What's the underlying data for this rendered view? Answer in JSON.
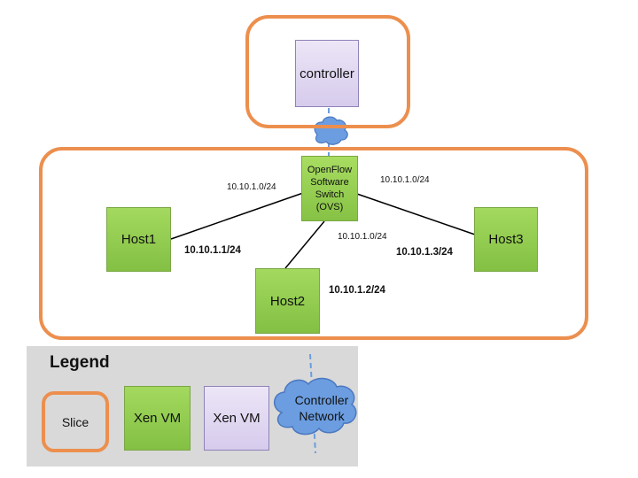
{
  "controller": {
    "label": "controller"
  },
  "switch": {
    "lines": [
      "OpenFlow",
      "Software",
      "Switch",
      "(OVS)"
    ]
  },
  "hosts": [
    {
      "label": "Host1",
      "ip": "10.10.1.1/24"
    },
    {
      "label": "Host2",
      "ip": "10.10.1.2/24"
    },
    {
      "label": "Host3",
      "ip": "10.10.1.3/24"
    }
  ],
  "links": [
    {
      "network": "10.10.1.0/24"
    },
    {
      "network": "10.10.1.0/24"
    },
    {
      "network": "10.10.1.0/24"
    }
  ],
  "legend": {
    "title": "Legend",
    "slice": "Slice",
    "xen_vm_green": "Xen VM",
    "xen_vm_purple": "Xen VM",
    "controller_network": [
      "Controller",
      "Network"
    ]
  },
  "colors": {
    "slice_border": "#ec8f4e",
    "vm_green": "#8cc84b",
    "vm_purple": "#dcd3ee",
    "cloud": "#6b9de0",
    "legend_bg": "#d9d9d9"
  }
}
